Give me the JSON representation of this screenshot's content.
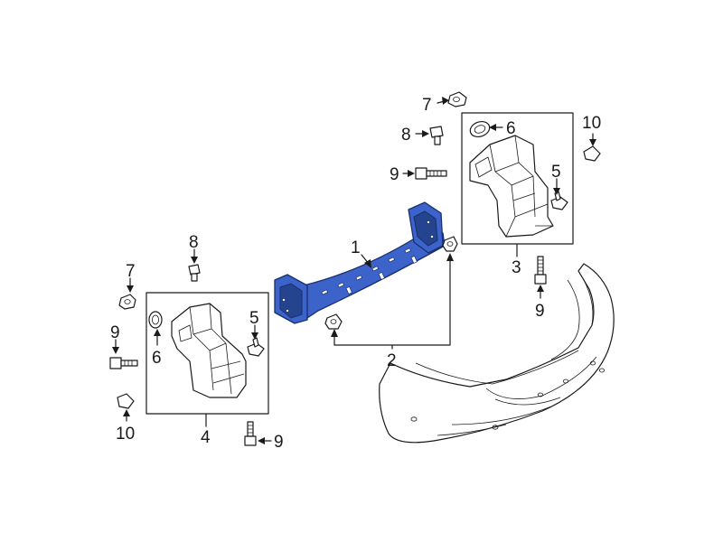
{
  "callouts": {
    "c1": "1",
    "c2": "2",
    "c3": "3",
    "c4": "4",
    "c5_right": "5",
    "c5_left": "5",
    "c6_right": "6",
    "c6_left": "6",
    "c7_top": "7",
    "c7_left": "7",
    "c8_top": "8",
    "c8_left": "8",
    "c9_top": "9",
    "c9_right": "9",
    "c9_left": "9",
    "c9_bottom": "9",
    "c10_right": "10",
    "c10_left": "10"
  },
  "colors": {
    "highlight": "#3b63c9",
    "line": "#1a1a1a"
  }
}
